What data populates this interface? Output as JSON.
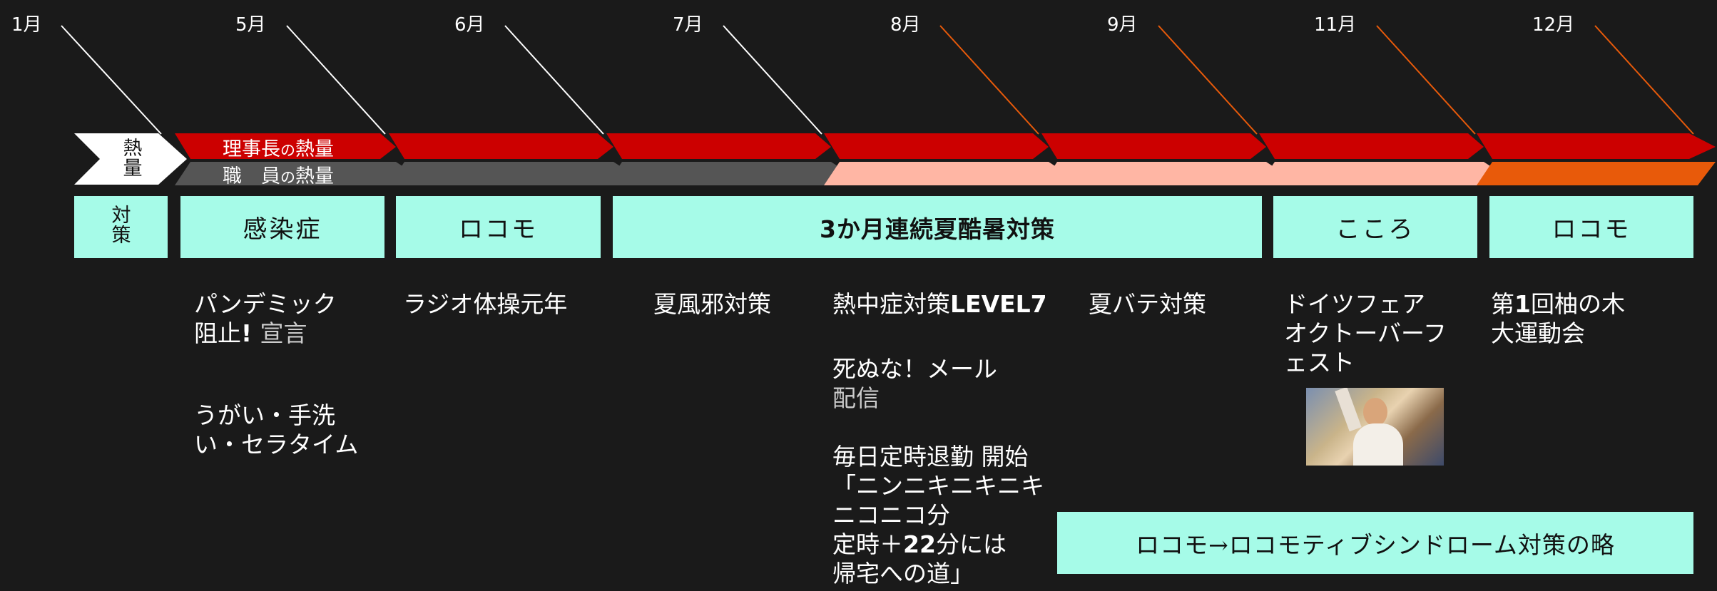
{
  "months": [
    "1月",
    "5月",
    "6月",
    "7月",
    "8月",
    "9月",
    "11月",
    "12月"
  ],
  "row_headers": {
    "heat_top": "熱",
    "heat_bottom": "量",
    "measure_top": "対",
    "measure_bottom": "策"
  },
  "bands": {
    "chairman_prefix": "理事長",
    "chairman_no": "の",
    "chairman_suffix": "熱量",
    "staff_prefix": "職　員",
    "staff_no": "の",
    "staff_suffix": "熱量"
  },
  "measures": [
    "感染症",
    "ロコモ",
    "3か月連続夏酷暑対策",
    "こころ",
    "ロコモ"
  ],
  "notes": {
    "pandemic_1": "パンデミック",
    "pandemic_2a": "阻止",
    "pandemic_2b": "! ",
    "pandemic_2c": "宣言",
    "gargle_1": "うがい・手洗",
    "gargle_2": "い・セラタイム",
    "radio": "ラジオ体操元年",
    "summer_cold": "夏風邪対策",
    "heatstroke_a": "熱中症対策",
    "heatstroke_b": "LEVEL7",
    "mail_1": "死ぬな！メール",
    "mail_2": "配信",
    "leave_1": "毎日定時退勤 開始",
    "leave_2": "「ニンニキニキニキ",
    "leave_3": "ニコニコ分",
    "leave_4a": "定時＋",
    "leave_4b": "22",
    "leave_4c": "分には",
    "leave_5": "帰宅への道」",
    "fatigue": "夏バテ対策",
    "german_1": "ドイツフェア",
    "german_2": "オクトーバーフ",
    "german_3": "ェスト",
    "sports_1a": "第",
    "sports_1b": "1",
    "sports_1c": "回柚の木",
    "sports_2": "大運動会"
  },
  "bottom_box": "ロコモ→ロコモティブシンドローム対策の略",
  "colors": {
    "background": "#1a1a1a",
    "chairman_band": "#cc0000",
    "staff_band_gray": "#555555",
    "staff_band_pink": "#ffb6a4",
    "staff_band_orange": "#e85a0a",
    "measure_box": "#a6fbe8",
    "line_white": "#ffffff",
    "line_orange": "#e85a0a"
  }
}
